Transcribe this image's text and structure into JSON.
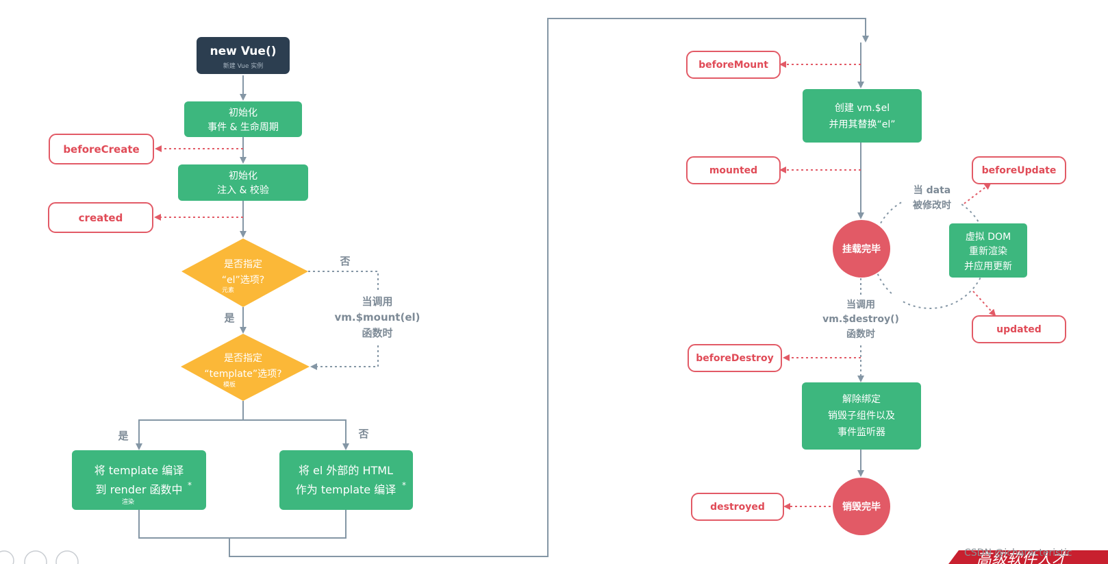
{
  "colors": {
    "green": "#3db77e",
    "dark": "#2c3e50",
    "yellow": "#fbb838",
    "red": "#e25a66",
    "hook_text": "#e04b57",
    "line": "#8496a5",
    "white": "#ffffff"
  },
  "start": {
    "title": "new Vue()",
    "subtitle": "新建 Vue 实例"
  },
  "init_events": [
    "初始化",
    "事件 & 生命周期"
  ],
  "init_inject": [
    "初始化",
    "注入 & 校验"
  ],
  "decision_el": {
    "lines": [
      "是否指定",
      "“el”选项?"
    ],
    "note": "元素"
  },
  "decision_template": {
    "lines": [
      "是否指定",
      "“template”选项?"
    ],
    "note": "模板"
  },
  "compile_template": {
    "lines": [
      "将 template 编译",
      "到 render 函数中"
    ],
    "star": "*",
    "note": "渲染"
  },
  "compile_html": {
    "lines": [
      "将 el 外部的 HTML",
      "作为 template 编译"
    ],
    "star": "*"
  },
  "labels": {
    "no": "否",
    "yes": "是"
  },
  "mount_call": [
    "当调用",
    "vm.$mount(el)",
    "函数时"
  ],
  "create_el": [
    "创建 vm.$el",
    "并用其替换“el”"
  ],
  "mounted_state": "挂载完毕",
  "data_change": [
    "当 data",
    "被修改时"
  ],
  "virtual_dom": [
    "虚拟 DOM",
    "重新渲染",
    "并应用更新"
  ],
  "destroy_call": [
    "当调用",
    "vm.$destroy()",
    "函数时"
  ],
  "teardown": [
    "解除绑定",
    "销毁子组件以及",
    "事件监听器"
  ],
  "destroyed_state": "销毁完毕",
  "hooks": {
    "beforeCreate": "beforeCreate",
    "created": "created",
    "beforeMount": "beforeMount",
    "mounted": "mounted",
    "beforeUpdate": "beforeUpdate",
    "updated": "updated",
    "beforeDestroy": "beforeDestroy",
    "destroyed": "destroyed"
  },
  "watermark": "CSDN @icharacteristic",
  "corner_banner": "高级软件人才"
}
